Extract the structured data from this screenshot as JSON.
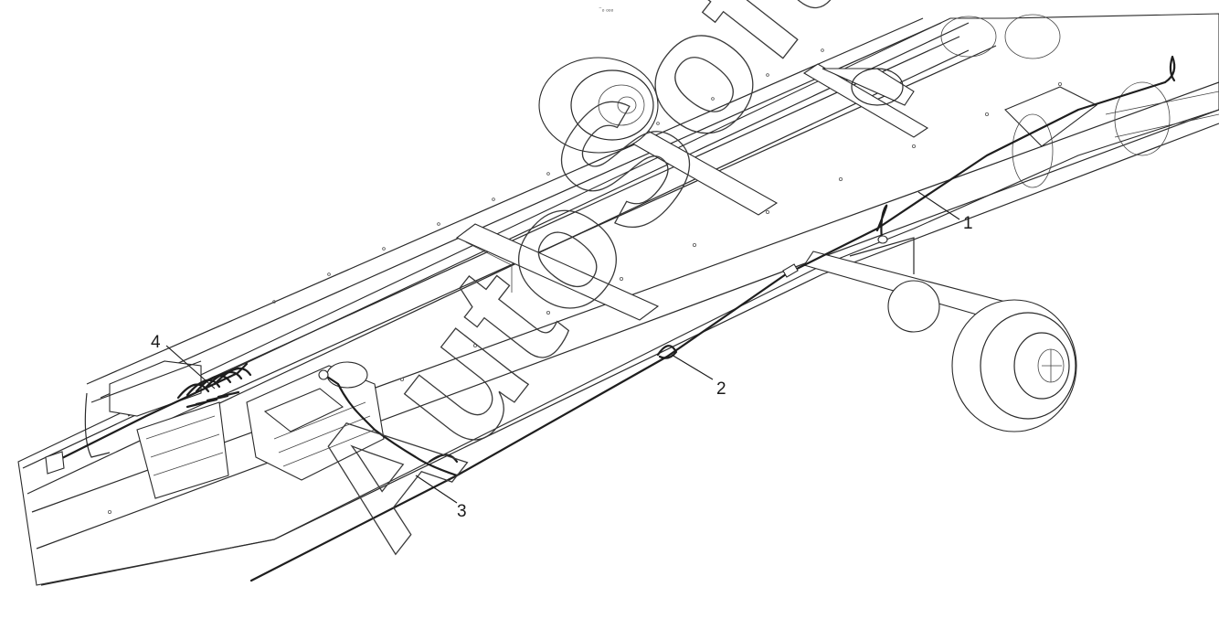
{
  "figure": {
    "header_mark": "⁻ₒ ₒₒₒ",
    "watermark": "AutoSoft",
    "callouts": [
      {
        "label": "1"
      },
      {
        "label": "2"
      },
      {
        "label": "3"
      },
      {
        "label": "4"
      }
    ]
  }
}
